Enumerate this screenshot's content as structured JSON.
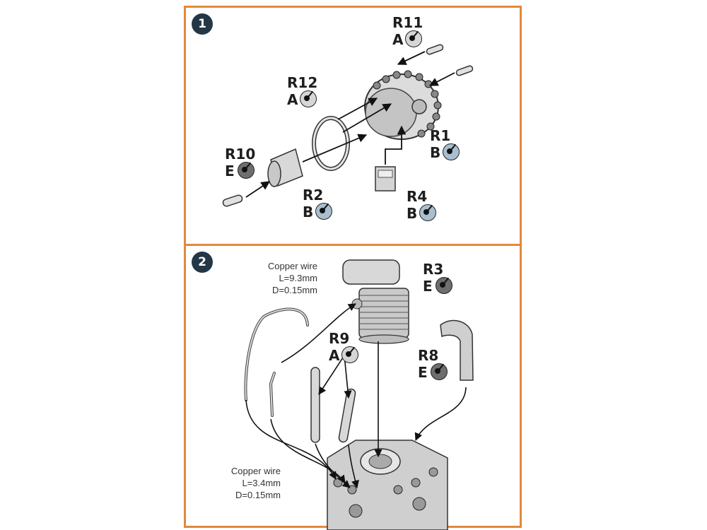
{
  "steps": [
    {
      "number": "1"
    },
    {
      "number": "2"
    }
  ],
  "colors": {
    "border": "#e08a3c",
    "badge": "#243746",
    "finish_A": "#d6d6d6",
    "finish_B": "#a9bfcf",
    "finish_E": "#6e6e6e"
  },
  "step1": {
    "callouts": [
      {
        "code": "R11",
        "finish": "A"
      },
      {
        "code": "R12",
        "finish": "A"
      },
      {
        "code": "R1",
        "finish": "B"
      },
      {
        "code": "R10",
        "finish": "E"
      },
      {
        "code": "R2",
        "finish": "B"
      },
      {
        "code": "R4",
        "finish": "B"
      }
    ]
  },
  "step2": {
    "callouts": [
      {
        "code": "R3",
        "finish": "E"
      },
      {
        "code": "R9",
        "finish": "A"
      },
      {
        "code": "R8",
        "finish": "E"
      }
    ],
    "notes": [
      {
        "title": "Copper wire",
        "length": "L=9.3mm",
        "diameter": "D=0.15mm"
      },
      {
        "title": "Copper wire",
        "length": "L=3.4mm",
        "diameter": "D=0.15mm"
      }
    ]
  }
}
